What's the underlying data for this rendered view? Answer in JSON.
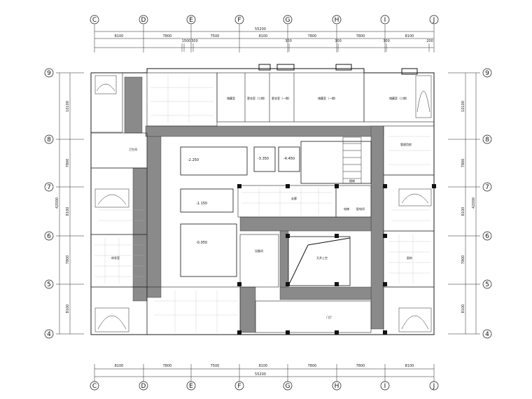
{
  "axes_top": [
    "C",
    "D",
    "E",
    "F",
    "G",
    "H",
    "I",
    "J"
  ],
  "axes_side": [
    "9",
    "8",
    "7",
    "6",
    "5",
    "4"
  ],
  "top_total": "55200",
  "bottom_total": "55200",
  "top_spans": [
    "8100",
    "7800",
    "7500",
    "8100",
    "7800",
    "7800",
    "8100"
  ],
  "bottom_spans": [
    "8100",
    "7800",
    "7500",
    "8100",
    "7800",
    "7800",
    "8100"
  ],
  "top_sub": [
    "1500",
    "300",
    "300",
    "300",
    "300",
    "200"
  ],
  "side_spans": [
    "10100",
    "7800",
    "8100",
    "7800",
    "8100"
  ],
  "side_total": "42000",
  "rooms": {
    "r1": "储藏室",
    "r2": "更衣室（二期）",
    "r3": "更衣室（一期）",
    "r4": "储藏室（一期）",
    "r5": "储藏室（二期）",
    "r6": "楼梯",
    "r7": "走廊",
    "r8": "电梯",
    "r9": "配电间",
    "r10": "天井上空",
    "r11": "门厅",
    "r12": "设备间",
    "r13": "卫生间",
    "r14": "休息室",
    "r15": "厨房",
    "r16": "管理用房"
  },
  "levels": {
    "l1": "-2.250",
    "l2": "-3.350",
    "l3": "-4.450",
    "l4": "-1.150",
    "l5": "-0.050"
  }
}
